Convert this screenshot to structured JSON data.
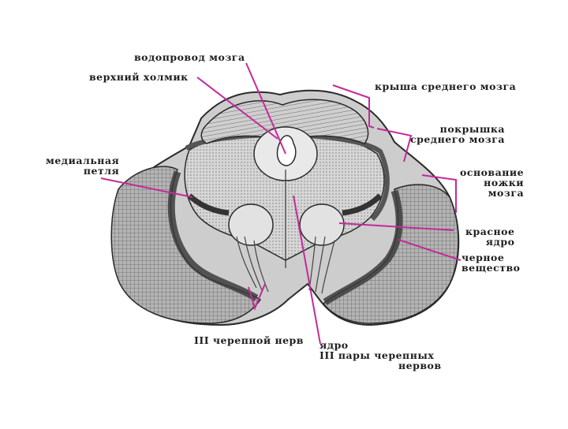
{
  "labels": {
    "aqueduct": "водопровод мозга",
    "superior_colliculus": "верхний холмик",
    "medial_lemniscus_1": "медиальная",
    "medial_lemniscus_2": "петля",
    "tectum": "крыша среднего мозга",
    "tegmentum_1": "покрышка",
    "tegmentum_2": "среднего мозга",
    "crus_base_1": "основание",
    "crus_base_2": "ножки",
    "crus_base_3": "мозга",
    "red_nucleus_1": "красное",
    "red_nucleus_2": "ядро",
    "substantia_nigra_1": "черное",
    "substantia_nigra_2": "вещество",
    "cranial_nerve": "III черепной нерв",
    "nucleus_1": "ядро",
    "nucleus_2": "III пары черепных",
    "nucleus_3": "нервов"
  },
  "colors": {
    "leader_line": "#c42a9a",
    "stroke": "#2a2a2a",
    "fill_dark": "#5a5a5a",
    "fill_mid": "#8c8c8c",
    "fill_light": "#c8c8c8"
  }
}
